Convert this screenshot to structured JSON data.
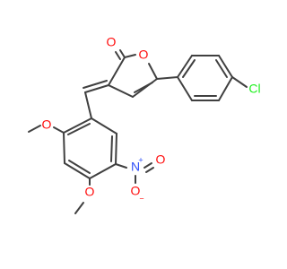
{
  "atoms": {
    "carbonyl_O": "O",
    "ring_O": "O",
    "Cl": "Cl",
    "methoxy_O_upper": "O",
    "methoxy_O_lower": "O",
    "nitro_N": "N",
    "nitro_O_right": "O",
    "nitro_O_bottom": "O",
    "nitro_N_charge": "+",
    "nitro_O_charge": "−"
  },
  "colors": {
    "bond": "#404040",
    "oxygen": "#ff0d0d",
    "nitrogen": "#3050f8",
    "chlorine": "#1ff01f"
  }
}
